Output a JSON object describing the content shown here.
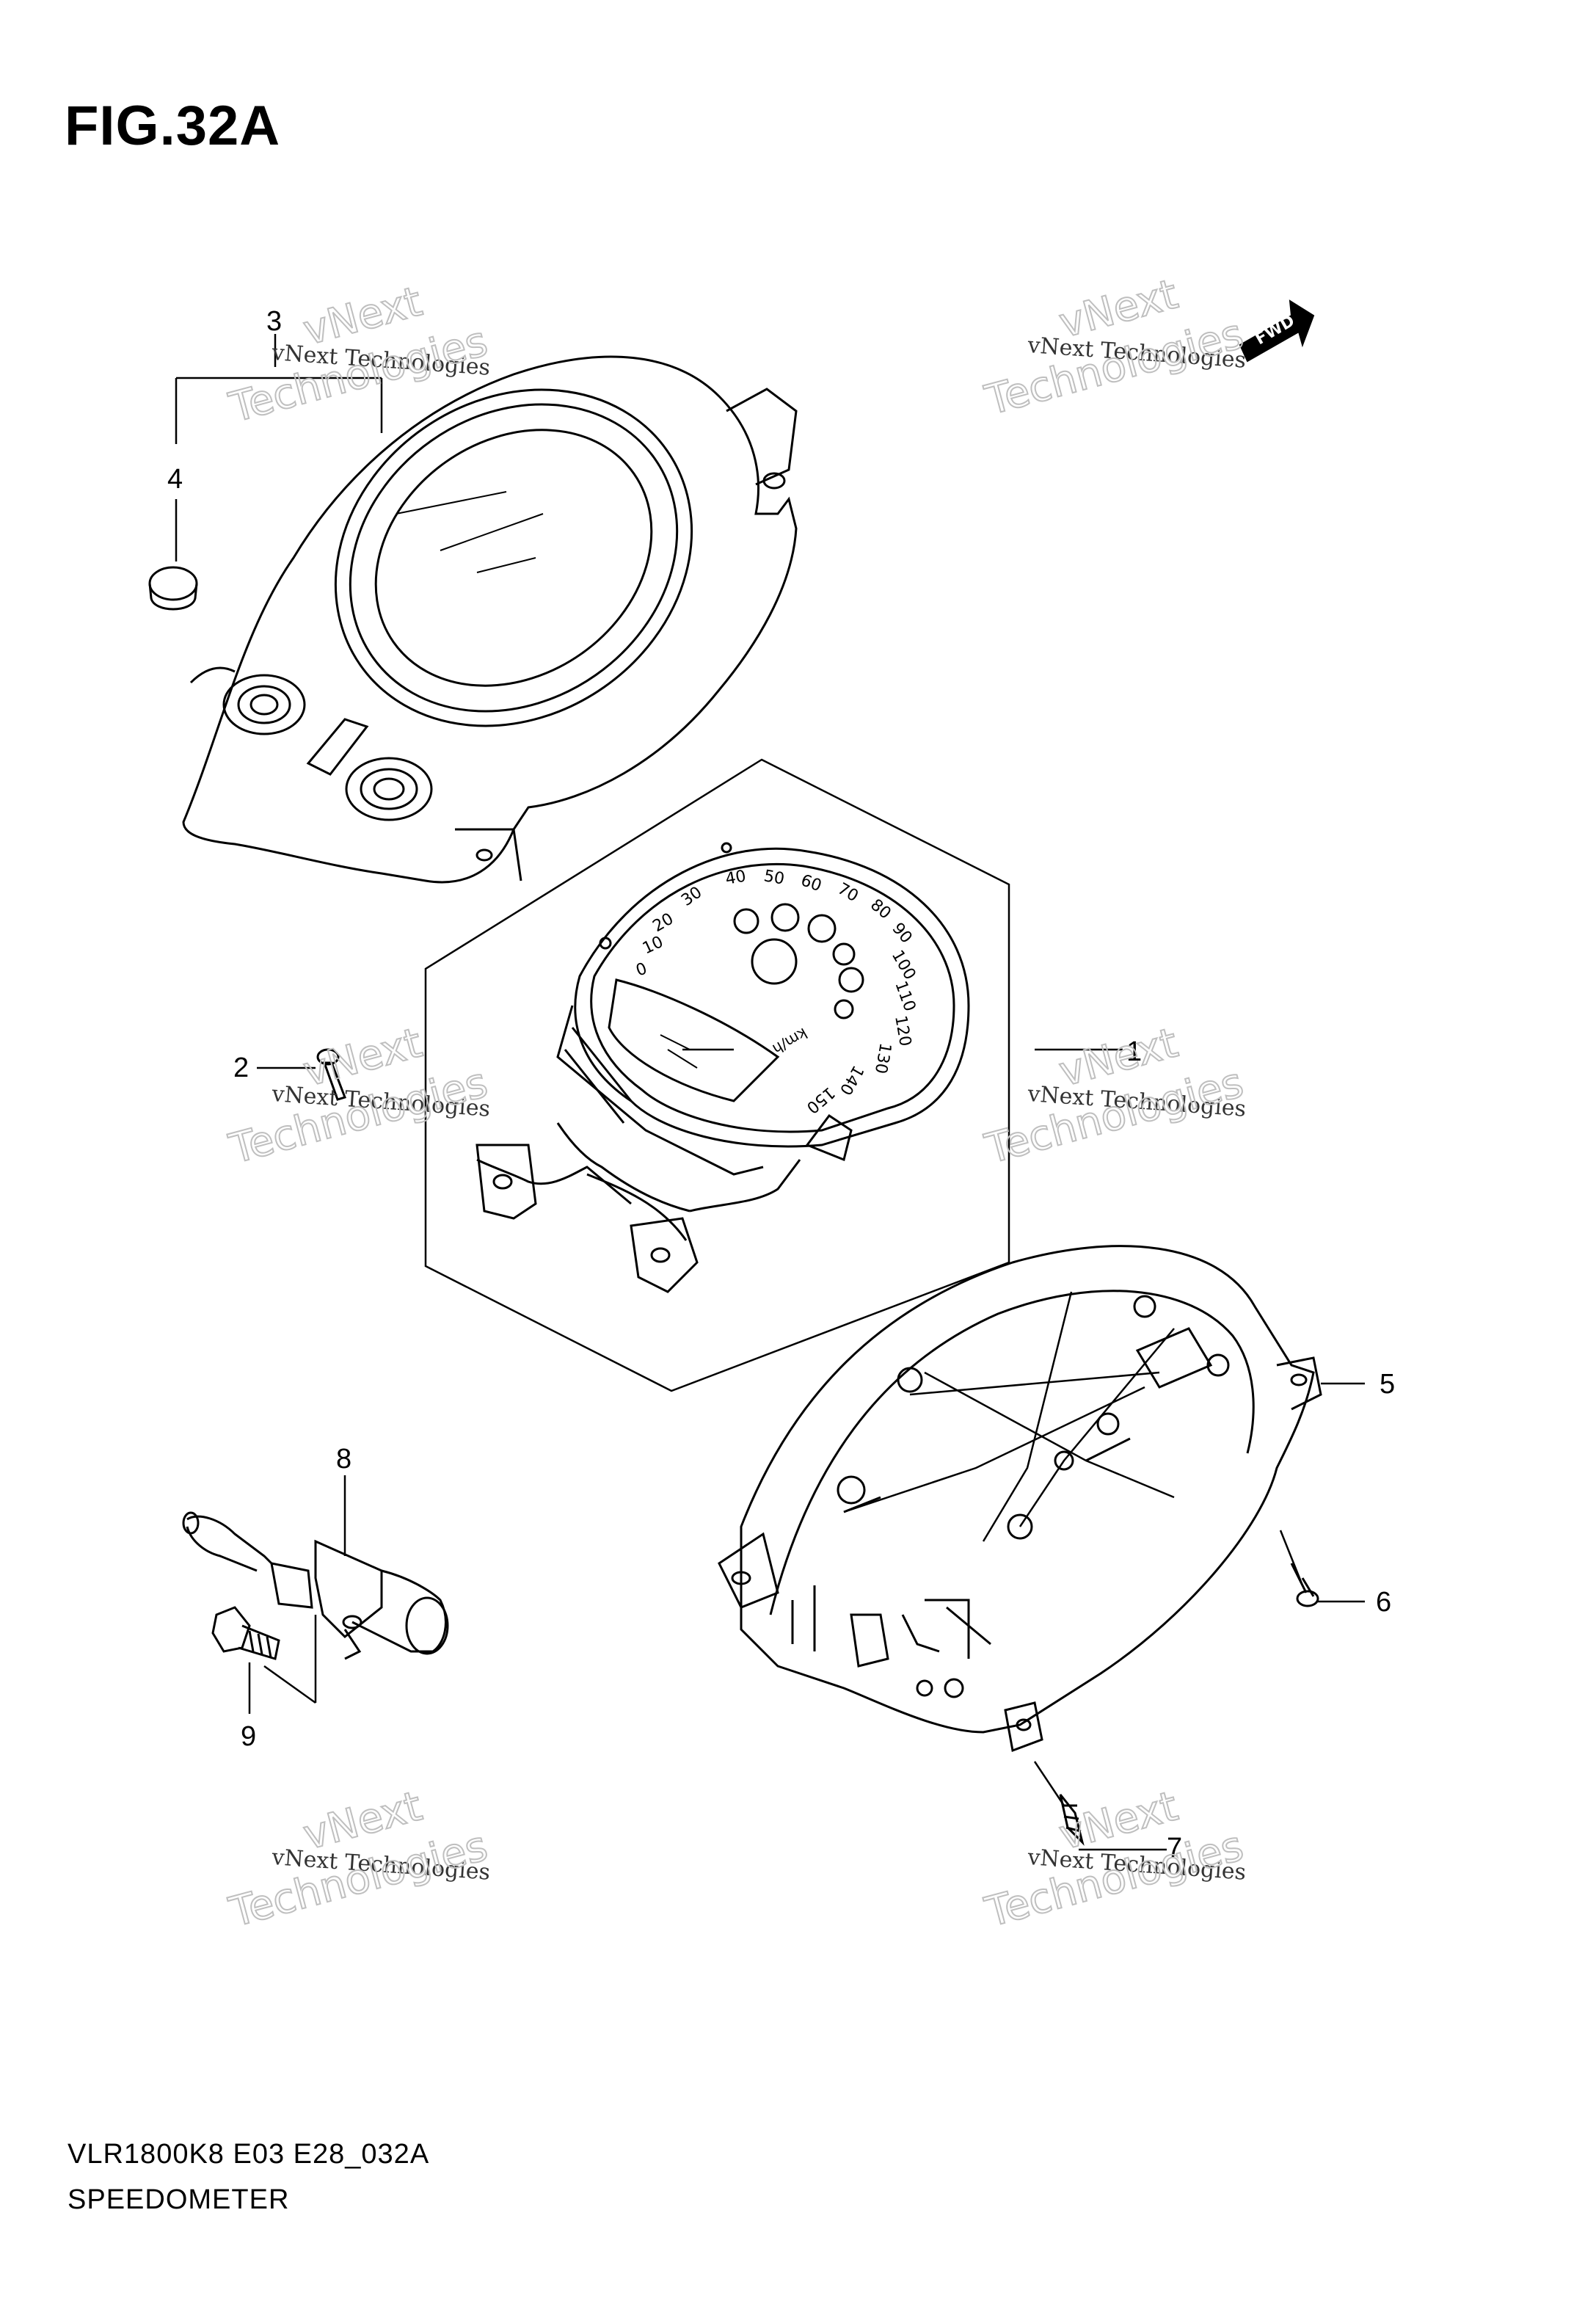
{
  "figure": {
    "title": "FIG.32A"
  },
  "callouts": [
    {
      "id": "1",
      "label": "1"
    },
    {
      "id": "2",
      "label": "2"
    },
    {
      "id": "3",
      "label": "3"
    },
    {
      "id": "4",
      "label": "4"
    },
    {
      "id": "5",
      "label": "5"
    },
    {
      "id": "6",
      "label": "6"
    },
    {
      "id": "7",
      "label": "7"
    },
    {
      "id": "8",
      "label": "8"
    },
    {
      "id": "9",
      "label": "9"
    }
  ],
  "fwd_arrow": {
    "label": "FWD"
  },
  "watermark": {
    "line1": "vNext Technologies",
    "line2": "vNext",
    "line3": "Technologies"
  },
  "dial_numbers": [
    "0",
    "10",
    "20",
    "30",
    "40",
    "50",
    "60",
    "70",
    "80",
    "90",
    "100",
    "110",
    "120",
    "130",
    "140",
    "150"
  ],
  "dial_unit": "km/h",
  "footer": {
    "code": "VLR1800K8 E03 E28_032A",
    "name": "SPEEDOMETER"
  }
}
